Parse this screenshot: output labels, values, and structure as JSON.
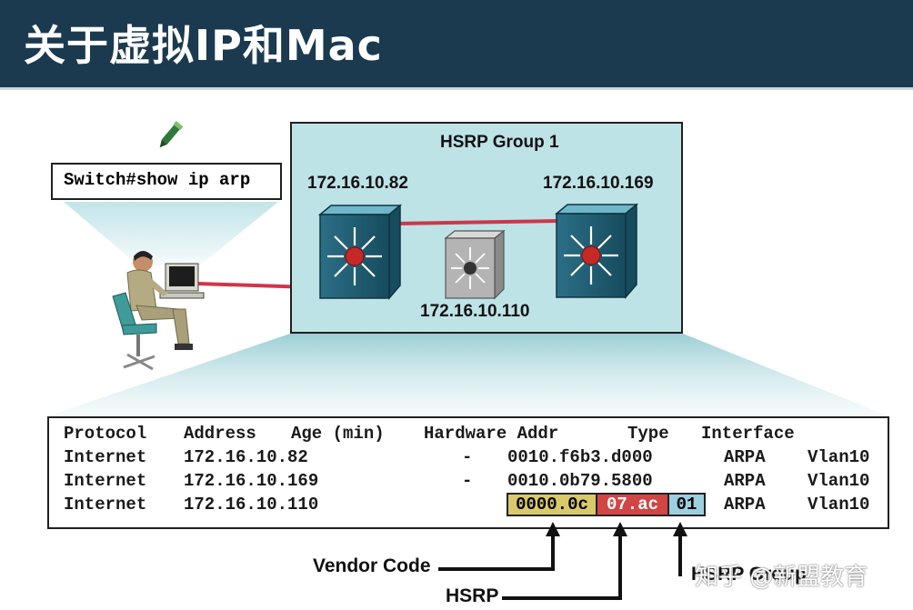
{
  "title": "关于虚拟IP和Mac",
  "diagram": {
    "group_label": "HSRP Group 1",
    "command": "Switch#show ip arp",
    "router_left_ip": "172.16.10.82",
    "router_right_ip": "172.16.10.169",
    "virtual_router_ip": "172.16.10.110"
  },
  "arp_table": {
    "headers": [
      "Protocol",
      "Address",
      "Age (min)",
      "Hardware Addr",
      "Type",
      "Interface"
    ],
    "rows": [
      {
        "protocol": "Internet",
        "address": "172.16.10.82",
        "age": "-",
        "hw": "0010.f6b3.d000",
        "type": "ARPA",
        "iface": "Vlan10"
      },
      {
        "protocol": "Internet",
        "address": "172.16.10.169",
        "age": "-",
        "hw": "0010.0b79.5800",
        "type": "ARPA",
        "iface": "Vlan10"
      },
      {
        "protocol": "Internet",
        "address": "172.16.10.110",
        "age": "",
        "type": "ARPA",
        "iface": "Vlan10",
        "hw_parts": {
          "vendor": "0000.0c",
          "hsrp": "07.ac",
          "group": "01"
        }
      }
    ]
  },
  "annotations": {
    "vendor": "Vendor Code",
    "hsrp": "HSRP",
    "group": "HSRP Group"
  },
  "watermark": "知乎 @新盟教育",
  "colors": {
    "header_bg": "#1b3a4f",
    "group_bg": "#bde3e6",
    "link": "#d0354a",
    "vendor_bg": "#d9c96a",
    "hsrp_bg": "#d24545",
    "group_id_bg": "#9ccfe0"
  },
  "icons": [
    "pen-icon",
    "person-at-computer-icon",
    "multilayer-switch-icon",
    "virtual-switch-icon"
  ]
}
